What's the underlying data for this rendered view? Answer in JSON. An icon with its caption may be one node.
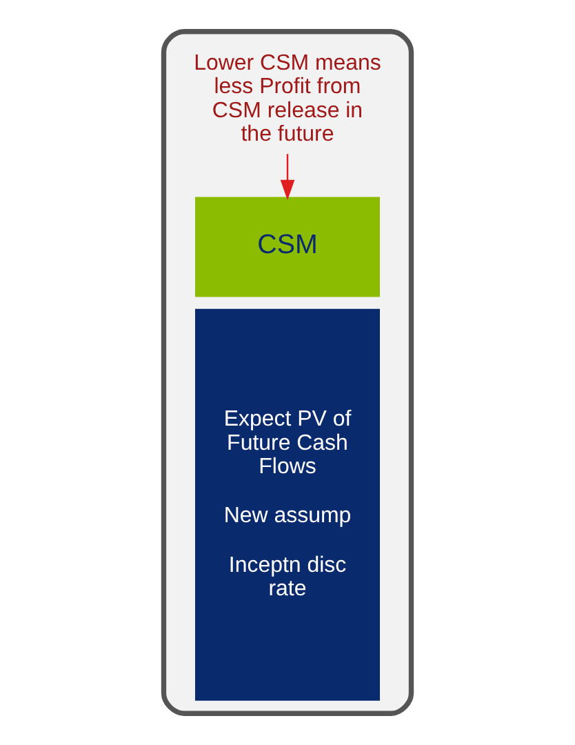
{
  "diagram": {
    "nodes": [
      {
        "text": [],
        "shape": "box"
      },
      {
        "text": [
          "Lower CSM means less Profit from CSM release in the future"
        ],
        "in": 0
      },
      {
        "text": [
          "CSM"
        ],
        "in": 0
      },
      {
        "text": [
          "Expect PV of Future Cash Flows",
          "New assump",
          "Inceptn disc rate"
        ],
        "in": 0
      }
    ],
    "edges": [
      {
        "from": 1,
        "to": 2,
        "arrow": "to",
        "color": "#e02020"
      }
    ]
  }
}
